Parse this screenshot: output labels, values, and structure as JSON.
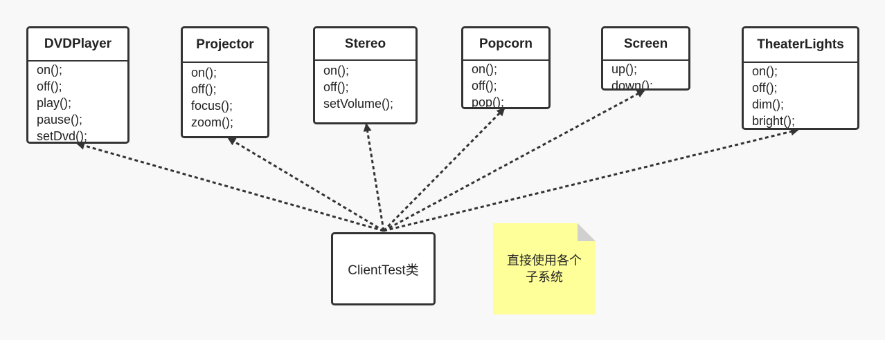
{
  "classes": [
    {
      "id": "dvdplayer",
      "name": "DVDPlayer",
      "methods": [
        "on();",
        "off();",
        "play();",
        "pause();",
        "setDvd();"
      ]
    },
    {
      "id": "projector",
      "name": "Projector",
      "methods": [
        "on();",
        "off();",
        "focus();",
        "zoom();"
      ]
    },
    {
      "id": "stereo",
      "name": "Stereo",
      "methods": [
        "on();",
        "off();",
        "setVolume();"
      ]
    },
    {
      "id": "popcorn",
      "name": "Popcorn",
      "methods": [
        "on();",
        "off();",
        "pop();"
      ]
    },
    {
      "id": "screen",
      "name": "Screen",
      "methods": [
        "up();",
        "down();"
      ]
    },
    {
      "id": "theaterlights",
      "name": "TheaterLights",
      "methods": [
        "on();",
        "off();",
        "dim();",
        "bright();"
      ]
    }
  ],
  "client": {
    "label": "ClientTest类"
  },
  "note": {
    "text": "直接使用各个子系统"
  },
  "colors": {
    "line": "#333333",
    "note": "#ffff99",
    "background": "#f8f8f8"
  }
}
